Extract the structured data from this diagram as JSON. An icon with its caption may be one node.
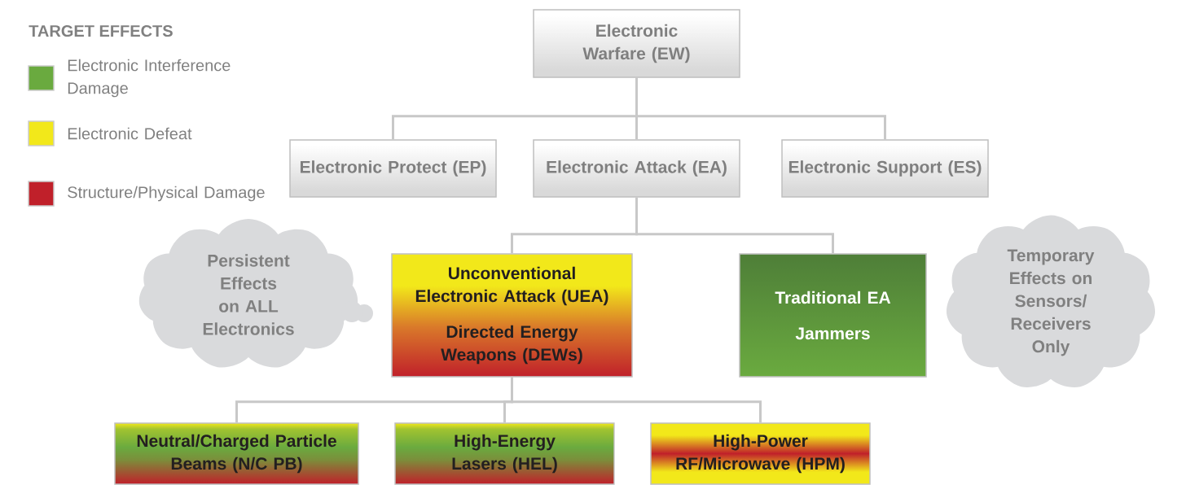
{
  "diagram": {
    "nodes": [
      {
        "text": [
          "Electronic Warfare (EW)"
        ]
      },
      {
        "text": [
          "Electronic Protect (EP)"
        ]
      },
      {
        "text": [
          "Electronic Attack (EA)"
        ]
      },
      {
        "text": [
          "Electronic Support (ES)"
        ]
      },
      {
        "text": [
          "Unconventional Electronic Attack (UEA)",
          "Directed Energy Weapons (DEWs)"
        ]
      },
      {
        "text": [
          "Traditional EA",
          "Jammers"
        ]
      },
      {
        "text": [
          "Persistent Effects on ALL Electronics"
        ]
      },
      {
        "text": [
          "Temporary Effects on Sensors/ Receivers Only"
        ]
      },
      {
        "text": [
          "Neutral/Charged Particle Beams (N/C PB)"
        ]
      },
      {
        "text": [
          "High-Energy Lasers (HEL)"
        ]
      },
      {
        "text": [
          "High-Power RF/Microwave (HPM)"
        ]
      }
    ],
    "edges": [
      {
        "from": 0,
        "to": 1,
        "arrow": "none"
      },
      {
        "from": 0,
        "to": 2,
        "arrow": "none"
      },
      {
        "from": 0,
        "to": 3,
        "arrow": "none"
      },
      {
        "from": 2,
        "to": 4,
        "arrow": "none"
      },
      {
        "from": 2,
        "to": 5,
        "arrow": "none"
      },
      {
        "from": 4,
        "to": 8,
        "arrow": "none"
      },
      {
        "from": 4,
        "to": 9,
        "arrow": "none"
      },
      {
        "from": 4,
        "to": 10,
        "arrow": "none"
      }
    ],
    "labels": [
      "TARGET EFFECTS"
    ],
    "legend": [
      {
        "text": "Electronic Interference Damage",
        "color": "#6aaa3f"
      },
      {
        "text": "Electronic Defeat",
        "color": "#f2e81a"
      },
      {
        "text": "Structure/Physical Damage",
        "color": "#c0202a"
      }
    ]
  }
}
